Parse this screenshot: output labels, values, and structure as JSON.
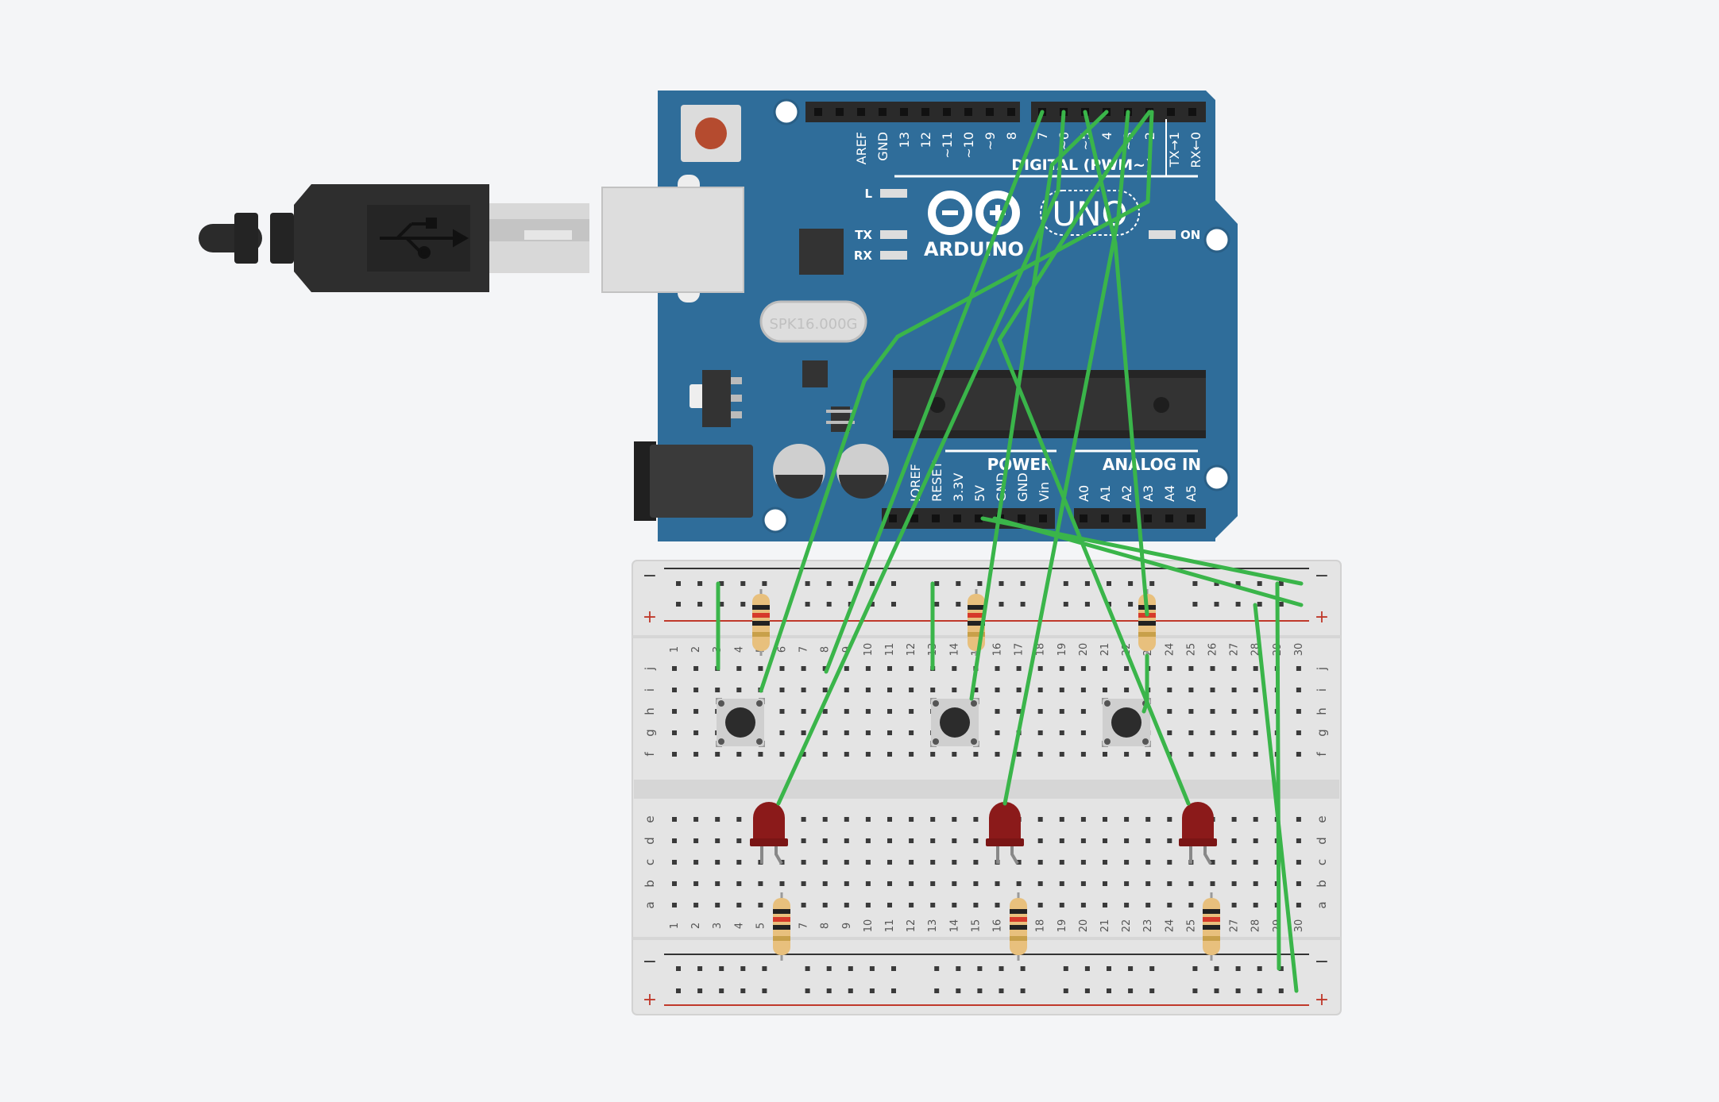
{
  "board": {
    "brand": "ARDUINO",
    "model": "UNO",
    "crystal": "SPK16.000G",
    "indicator_l": "L",
    "indicator_tx": "TX",
    "indicator_rx": "RX",
    "indicator_on": "ON",
    "digital_label": "DIGITAL (PWM~)",
    "power_label": "POWER",
    "analog_label": "ANALOG IN",
    "digital_pins": [
      "AREF",
      "GND",
      "13",
      "12",
      "~11",
      "~10",
      "~9",
      "8",
      "7",
      "~6",
      "~5",
      "4",
      "~3",
      "2",
      "TX→1",
      "RX←0"
    ],
    "power_pins": [
      "IOREF",
      "RESET",
      "3.3V",
      "5V",
      "GND",
      "GND",
      "Vin"
    ],
    "analog_pins": [
      "A0",
      "A1",
      "A2",
      "A3",
      "A4",
      "A5"
    ]
  },
  "breadboard": {
    "column_numbers": [
      "1",
      "2",
      "3",
      "4",
      "5",
      "6",
      "7",
      "8",
      "9",
      "10",
      "11",
      "12",
      "13",
      "14",
      "15",
      "16",
      "17",
      "18",
      "19",
      "20",
      "21",
      "22",
      "23",
      "24",
      "25",
      "26",
      "27",
      "28",
      "29",
      "30"
    ],
    "upper_rows": [
      "j",
      "i",
      "h",
      "g",
      "f"
    ],
    "lower_rows": [
      "e",
      "d",
      "c",
      "b",
      "a"
    ],
    "minus_sign": "−",
    "plus_sign": "+"
  },
  "colors": {
    "board": "#2f6d9a",
    "wire": "#3ab54a",
    "led": "#8b1a1a",
    "breadboard": "#e4e4e4",
    "rail_minus": "#333333",
    "rail_plus": "#c0392b"
  },
  "components": {
    "usb_cable": "usb-b-cable",
    "pushbuttons": 3,
    "leds": 3,
    "resistors": 6
  }
}
